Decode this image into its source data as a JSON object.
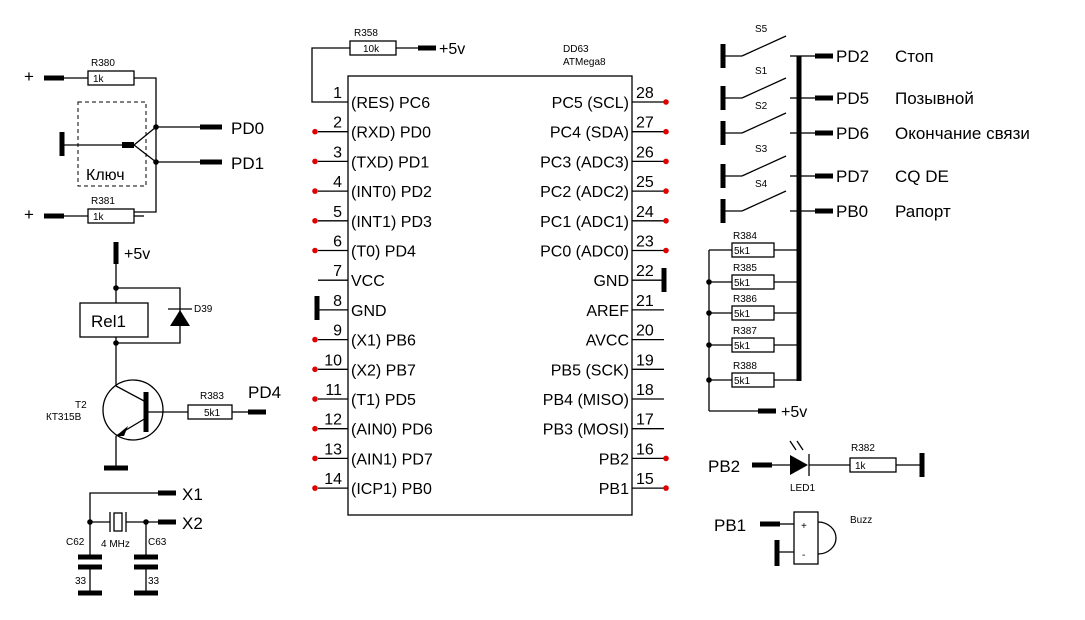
{
  "mcu": {
    "ref": "DD63",
    "part": "ATMega8",
    "left_pins": [
      {
        "num": "1",
        "label": "(RES) PC6"
      },
      {
        "num": "2",
        "label": "(RXD) PD0"
      },
      {
        "num": "3",
        "label": "(TXD) PD1"
      },
      {
        "num": "4",
        "label": "(INT0) PD2"
      },
      {
        "num": "5",
        "label": "(INT1) PD3"
      },
      {
        "num": "6",
        "label": "(T0) PD4"
      },
      {
        "num": "7",
        "label": "VCC"
      },
      {
        "num": "8",
        "label": "GND"
      },
      {
        "num": "9",
        "label": "(X1) PB6"
      },
      {
        "num": "10",
        "label": "(X2) PB7"
      },
      {
        "num": "11",
        "label": "(T1) PD5"
      },
      {
        "num": "12",
        "label": "(AIN0) PD6"
      },
      {
        "num": "13",
        "label": "(AIN1) PD7"
      },
      {
        "num": "14",
        "label": "(ICP1) PB0"
      }
    ],
    "right_pins": [
      {
        "num": "28",
        "label": "PC5 (SCL)"
      },
      {
        "num": "27",
        "label": "PC4 (SDA)"
      },
      {
        "num": "26",
        "label": "PC3 (ADC3)"
      },
      {
        "num": "25",
        "label": "PC2 (ADC2)"
      },
      {
        "num": "24",
        "label": "PC1 (ADC1)"
      },
      {
        "num": "23",
        "label": "PC0 (ADC0)"
      },
      {
        "num": "22",
        "label": "GND"
      },
      {
        "num": "21",
        "label": "AREF"
      },
      {
        "num": "20",
        "label": "AVCC"
      },
      {
        "num": "19",
        "label": "PB5 (SCK)"
      },
      {
        "num": "18",
        "label": "PB4 (MISO)"
      },
      {
        "num": "17",
        "label": "PB3 (MOSI)"
      },
      {
        "num": "16",
        "label": "PB2"
      },
      {
        "num": "15",
        "label": "PB1"
      }
    ]
  },
  "r358": {
    "ref": "R358",
    "value": "10k",
    "net": "+5v"
  },
  "key": {
    "label": "Ключ",
    "plus": "+",
    "r380": {
      "ref": "R380",
      "value": "1k"
    },
    "r381": {
      "ref": "R381",
      "value": "1k"
    },
    "out1": "PD0",
    "out2": "PD1"
  },
  "relay": {
    "vcc": "+5v",
    "name": "Rel1",
    "diode": "D39",
    "transistor_ref": "T2",
    "transistor_type": "КТ315В",
    "r383": {
      "ref": "R383",
      "value": "5k1"
    },
    "input": "PD4"
  },
  "crystal": {
    "x1": "X1",
    "x2": "X2",
    "freq": "4 MHz",
    "c62": "C62",
    "c63": "C63",
    "c62_val": "33",
    "c63_val": "33"
  },
  "switches": [
    {
      "ref": "S5",
      "pin": "PD2",
      "label": "Стоп"
    },
    {
      "ref": "S1",
      "pin": "PD5",
      "label": "Позывной"
    },
    {
      "ref": "S2",
      "pin": "PD6",
      "label": "Окончание связи"
    },
    {
      "ref": "S3",
      "pin": "PD7",
      "label": "CQ DE"
    },
    {
      "ref": "S4",
      "pin": "PB0",
      "label": "Рапорт"
    }
  ],
  "pullups": {
    "resistors": [
      {
        "ref": "R384",
        "value": "5k1"
      },
      {
        "ref": "R385",
        "value": "5k1"
      },
      {
        "ref": "R386",
        "value": "5k1"
      },
      {
        "ref": "R387",
        "value": "5k1"
      },
      {
        "ref": "R388",
        "value": "5k1"
      }
    ],
    "vcc": "+5v"
  },
  "led": {
    "pin": "PB2",
    "ref": "LED1",
    "r_ref": "R382",
    "r_value": "1k"
  },
  "buzzer": {
    "pin": "PB1",
    "label": "Buzz",
    "plus": "+",
    "minus": "-"
  }
}
